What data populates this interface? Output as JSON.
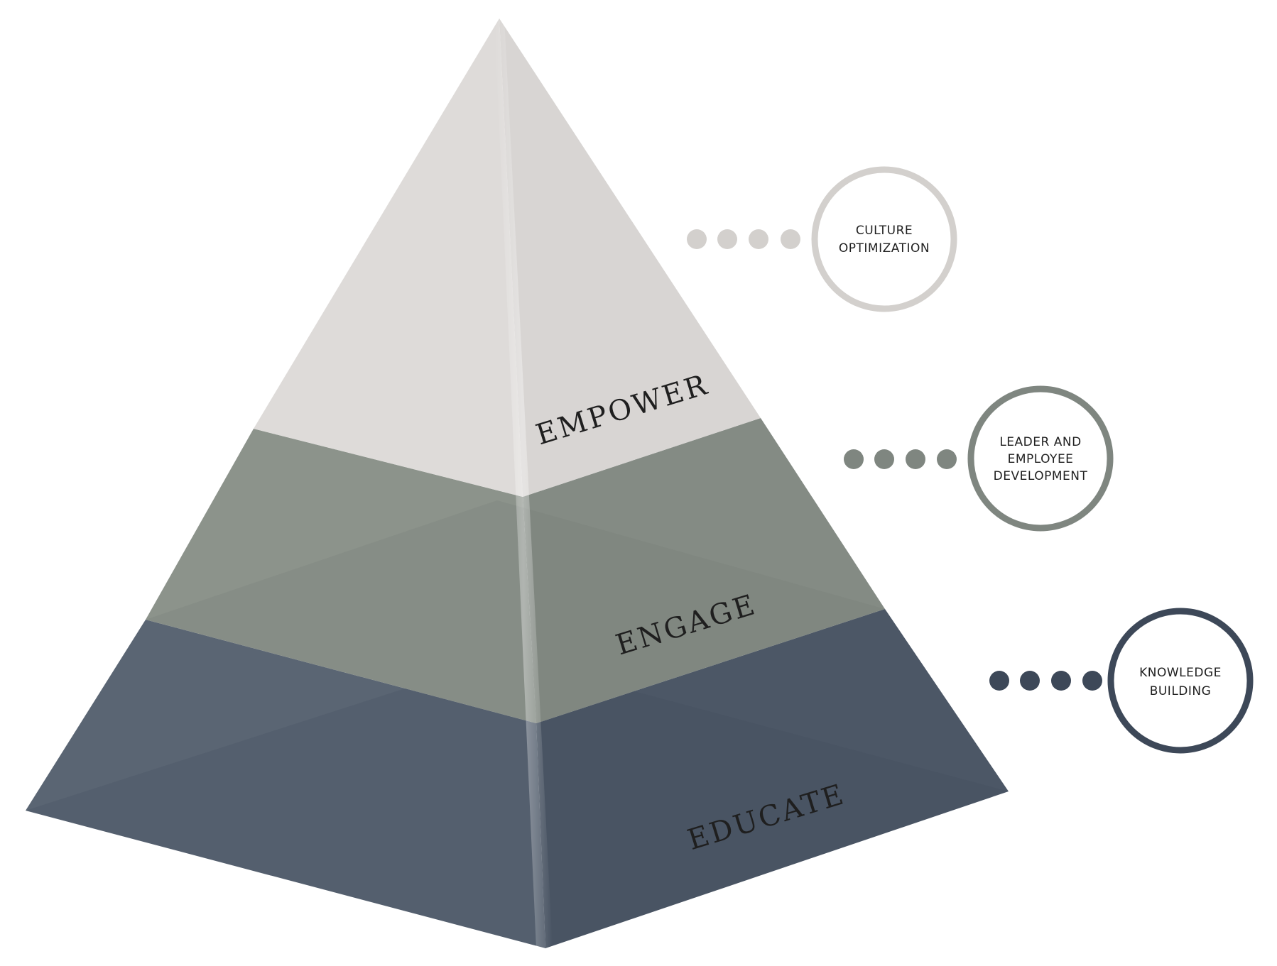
{
  "tiers": [
    {
      "label": "EMPOWER",
      "color": "#dcd9d7"
    },
    {
      "label": "ENGAGE",
      "color": "#8b928a"
    },
    {
      "label": "EDUCATE",
      "color": "#566170"
    }
  ],
  "callouts": [
    {
      "lines": [
        "CULTURE",
        "OPTIMIZATION"
      ],
      "color": "#d3d0cd"
    },
    {
      "lines": [
        "LEADER AND",
        "EMPLOYEE",
        "DEVELOPMENT"
      ],
      "color": "#7f8680"
    },
    {
      "lines": [
        "KNOWLEDGE",
        "BUILDING"
      ],
      "color": "#3d4858"
    }
  ]
}
